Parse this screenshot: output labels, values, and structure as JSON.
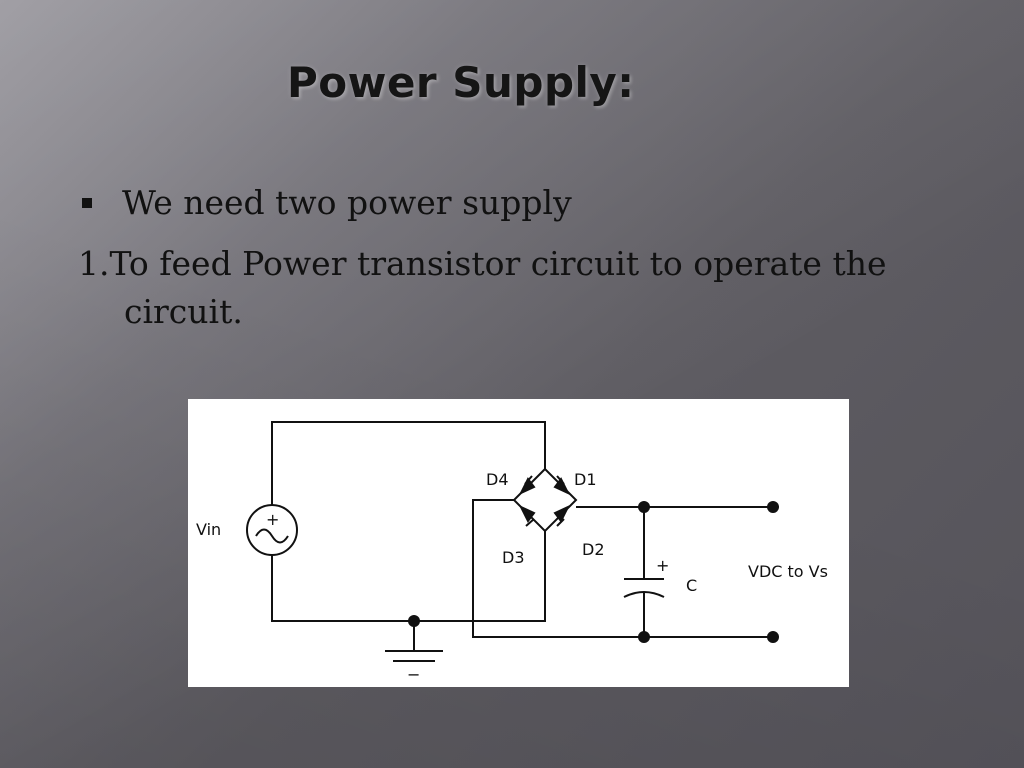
{
  "slide": {
    "title": "Power Supply:",
    "bullet": "We need two power supply",
    "item1_line1": "1.To feed Power transistor circuit to operate the",
    "item1_line2": "circuit."
  },
  "diagram": {
    "labels": {
      "vin": "Vin",
      "d1": "D1",
      "d2": "D2",
      "d3": "D3",
      "d4": "D4",
      "c": "C",
      "output": "VDC to Vs",
      "plus_source": "+",
      "plus_cap": "+",
      "minus_ground": "−"
    }
  }
}
